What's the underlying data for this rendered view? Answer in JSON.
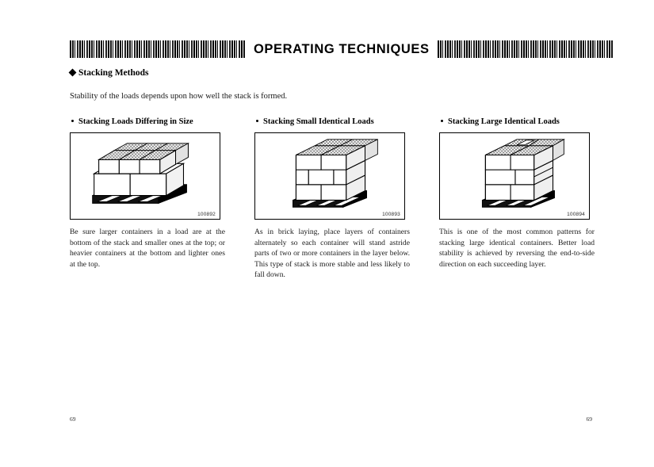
{
  "header": {
    "title": "OPERATING TECHNIQUES",
    "left_rule": "barcode-rule",
    "right_rule": "barcode-rule"
  },
  "section": {
    "heading": "Stacking Methods",
    "intro": "Stability of the loads depends upon how well the stack is formed."
  },
  "columns": [
    {
      "heading": "Stacking Loads Differing in Size",
      "figure_number": "100892",
      "figure_name": "pallet-mixed-size-boxes-illustration",
      "body": "Be sure larger containers in a load are at the bottom of the stack and smaller ones at the top; or heavier containers at the bottom and lighter ones at the top."
    },
    {
      "heading": "Stacking Small Identical Loads",
      "figure_number": "100893",
      "figure_name": "pallet-brick-laying-pattern-illustration",
      "body": "As in brick laying, place layers of containers alternately so each container will stand astride parts of two or more containers in the layer below.  This type of stack is more stable and less likely to fall down."
    },
    {
      "heading": "Stacking Large Identical Loads",
      "figure_number": "100894",
      "figure_name": "pallet-large-identical-boxes-illustration",
      "body": "This is one of the most common patterns for stacking large identical containers.  Better load stability is achieved by reversing the end-to-side direction on each succeeding layer."
    }
  ],
  "footer": {
    "page_number_left": "69",
    "page_number_right": "69"
  },
  "colors": {
    "ink": "#000000",
    "paper": "#ffffff",
    "body_text": "#1a1a1a"
  }
}
